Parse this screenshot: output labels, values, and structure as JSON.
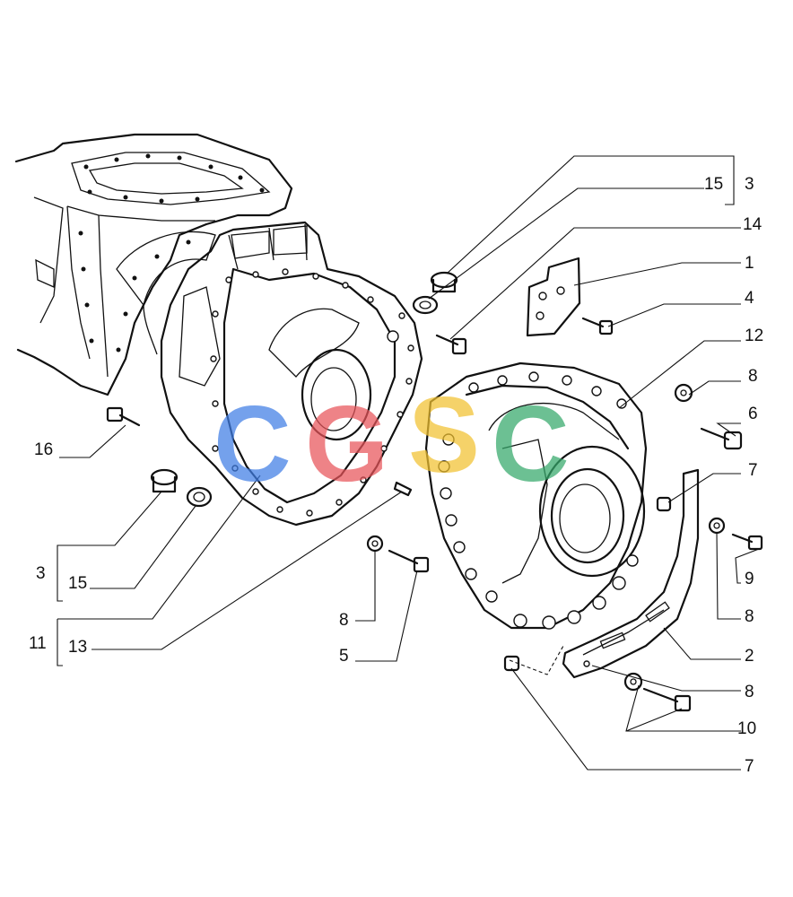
{
  "watermark": {
    "letters": [
      "C",
      "G",
      "S",
      "C"
    ],
    "colors": [
      "#3f7de6",
      "#e8545a",
      "#f2c230",
      "#34a86a"
    ]
  },
  "callouts": [
    {
      "id": "c1",
      "text": "1"
    },
    {
      "id": "c2",
      "text": "2"
    },
    {
      "id": "c3a",
      "text": "3"
    },
    {
      "id": "c3b",
      "text": "3"
    },
    {
      "id": "c4",
      "text": "4"
    },
    {
      "id": "c5",
      "text": "5"
    },
    {
      "id": "c6",
      "text": "6"
    },
    {
      "id": "c7a",
      "text": "7"
    },
    {
      "id": "c7b",
      "text": "7"
    },
    {
      "id": "c8a",
      "text": "8"
    },
    {
      "id": "c8b",
      "text": "8"
    },
    {
      "id": "c8c",
      "text": "8"
    },
    {
      "id": "c8d",
      "text": "8"
    },
    {
      "id": "c9",
      "text": "9"
    },
    {
      "id": "c10",
      "text": "10"
    },
    {
      "id": "c11",
      "text": "11"
    },
    {
      "id": "c12",
      "text": "12"
    },
    {
      "id": "c13",
      "text": "13"
    },
    {
      "id": "c14",
      "text": "14"
    },
    {
      "id": "c15a",
      "text": "15"
    },
    {
      "id": "c15b",
      "text": "15"
    },
    {
      "id": "c16",
      "text": "16"
    }
  ]
}
